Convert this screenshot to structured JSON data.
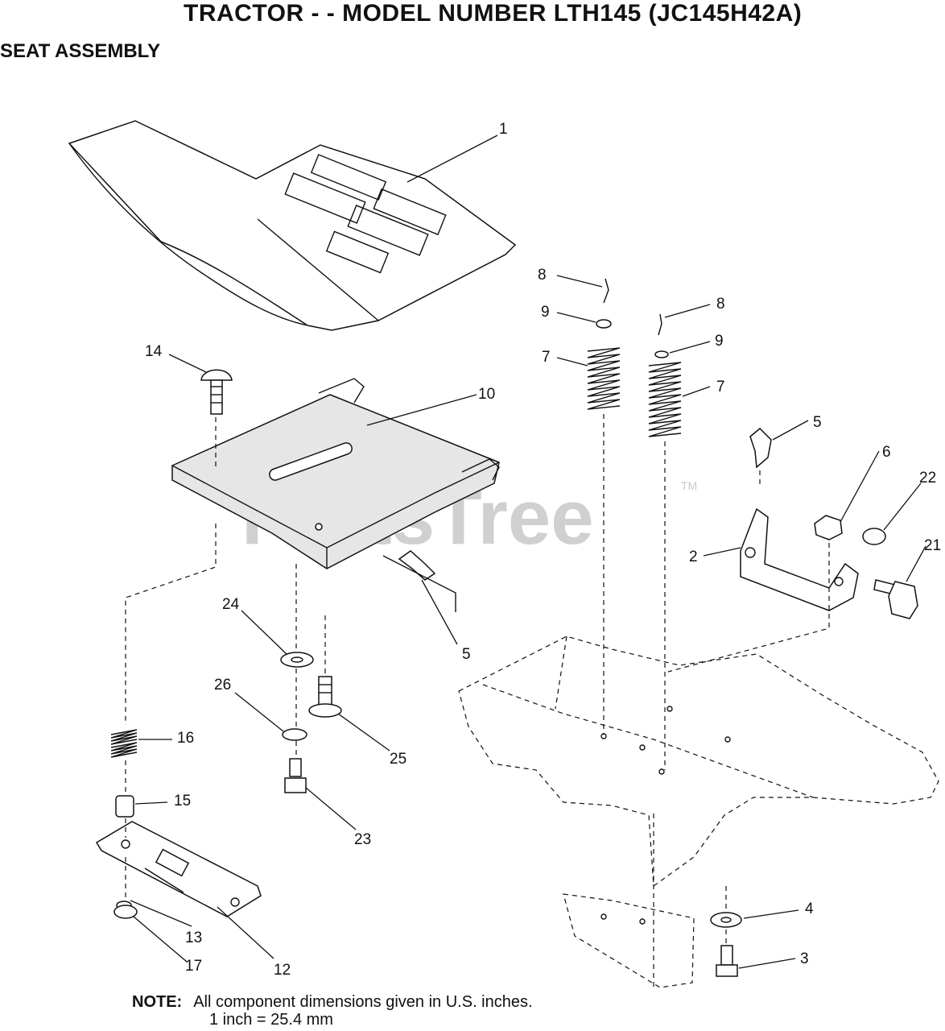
{
  "title": "TRACTOR - - MODEL NUMBER LTH145 (JC145H42A)",
  "subtitle": "SEAT ASSEMBLY",
  "watermark": "PartsTree",
  "watermark_tm": "TM",
  "callouts": {
    "c1": "1",
    "c2": "2",
    "c3": "3",
    "c4": "4",
    "c5a": "5",
    "c5b": "5",
    "c6": "6",
    "c7a": "7",
    "c7b": "7",
    "c8a": "8",
    "c8b": "8",
    "c9a": "9",
    "c9b": "9",
    "c10": "10",
    "c12": "12",
    "c13": "13",
    "c14": "14",
    "c15": "15",
    "c16": "16",
    "c17": "17",
    "c21": "21",
    "c22": "22",
    "c23": "23",
    "c24": "24",
    "c25": "25",
    "c26": "26"
  },
  "note": {
    "label": "NOTE:",
    "line1": "All component dimensions given in U.S. inches.",
    "line2": "1 inch = 25.4 mm"
  }
}
